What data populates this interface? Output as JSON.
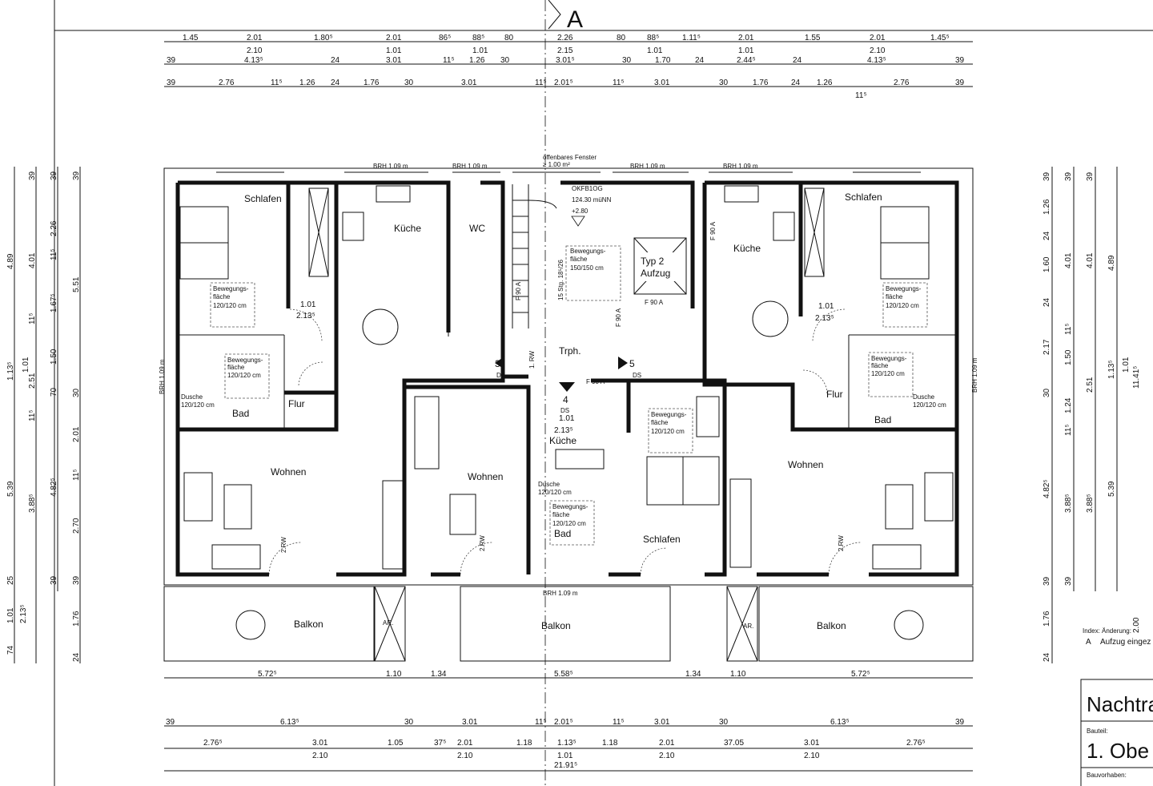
{
  "section_marker": "A",
  "dims_top": {
    "row1": [
      "1.45",
      "2.01",
      "1.80⁵",
      "2.01",
      "86⁵",
      "88⁵",
      "80",
      "2.26",
      "80",
      "88⁵",
      "1.11⁵",
      "2.01",
      "1.55",
      "2.01",
      "1.45⁵"
    ],
    "row2": [
      "2.10",
      "1.01",
      "1.01",
      "2.15",
      "1.01",
      "1.01",
      "2.10"
    ],
    "row3": [
      "39",
      "4.13⁵",
      "24",
      "3.01",
      "11⁵",
      "1.26",
      "30",
      "3.01⁵",
      "30",
      "1.70",
      "24",
      "2.44⁵",
      "24",
      "4.13⁵",
      "39"
    ],
    "row4": [
      "39",
      "2.76",
      "11⁵",
      "1.26",
      "24",
      "1.76",
      "30",
      "3.01",
      "11⁵",
      "2.01⁵",
      "11⁵",
      "3.01",
      "30",
      "1.76",
      "24",
      "1.26",
      "2.76",
      "39",
      "11⁵"
    ]
  },
  "dims_bottom": {
    "row1": [
      "5.72⁵",
      "1.10",
      "1.34",
      "5.58⁵",
      "1.34",
      "1.10",
      "5.72⁵"
    ],
    "row2": [
      "39",
      "6.13⁵",
      "30",
      "3.01",
      "11⁵",
      "2.01⁵",
      "11⁵",
      "3.01",
      "30",
      "6.13⁵",
      "39"
    ],
    "row3": [
      "2.76⁵",
      "3.01",
      "1.05",
      "37⁵",
      "2.01",
      "1.18",
      "1.13⁵",
      "1.18",
      "2.01",
      "37.05",
      "3.01",
      "2.76⁵"
    ],
    "row4": [
      "2.10",
      "2.10",
      "1.01",
      "2.10",
      "2.10"
    ],
    "total": "21.91⁵"
  },
  "dims_left": {
    "col1": [
      "4.89",
      "5.39",
      "1.13⁵",
      "74"
    ],
    "col2": [
      "39",
      "4.01",
      "11⁵",
      "1.01",
      "2.51",
      "11⁵",
      "3.88⁵",
      "25",
      "1.01",
      "2.13⁵"
    ],
    "col3": [
      "39",
      "2.26",
      "11⁵",
      "1.67⁵",
      "1.50",
      "70",
      "4.82⁵",
      "39"
    ],
    "col4": [
      "39",
      "5.51",
      "30",
      "2.01",
      "11⁵",
      "2.70",
      "39",
      "1.76",
      "24"
    ]
  },
  "dims_right": {
    "col1": [
      "39",
      "1.26",
      "24",
      "1.60",
      "24",
      "2.17",
      "30",
      "4.82⁵",
      "3.88⁵",
      "39",
      "1.76",
      "24"
    ],
    "col2": [
      "39",
      "4.01",
      "11⁵",
      "1.50",
      "1.24",
      "11⁵",
      "3.88⁵",
      "39"
    ],
    "col3": [
      "39",
      "4.01",
      "2.51",
      "1.13⁵",
      "1.01",
      "11.41⁵",
      "5.39"
    ],
    "col4": [
      "4.89",
      "2.00"
    ]
  },
  "annotations": {
    "brh": "BRH 1.09 m",
    "okfb_label": "OKFB1OG",
    "okfb_value": "124.30 müNN",
    "okfb_rel": "+2.80",
    "window_note_1": "öffenbares Fenster",
    "window_note_2": "≥ 1.00 m²",
    "stairs": "15 Stg. 18⁵/26",
    "stair_room": "Trph.",
    "rw": "1. RW",
    "rw2": "2.RW",
    "f90a": "F 90 A",
    "ds": "DS",
    "lift_1": "Typ 2",
    "lift_2": "Aufzug",
    "bf_1": "Bewegungs-",
    "bf_2": "fläche",
    "bf_3": "120/120 cm",
    "bf_stair": "150/150 cm",
    "door_101": "1.01",
    "door_213": "2.13⁵",
    "ar": "AR.",
    "unit_3": "3",
    "unit_4": "4",
    "unit_5": "5"
  },
  "rooms": {
    "schlafen": "Schlafen",
    "kueche": "Küche",
    "wc": "WC",
    "bad": "Bad",
    "flur": "Flur",
    "wohnen": "Wohnen",
    "balkon": "Balkon",
    "dusche": "Dusche",
    "dusche_size": "120/120 cm"
  },
  "title_block": {
    "index_header": "Index: Änderung:",
    "index_a": "A",
    "index_a_text": "Aufzug eingez",
    "title": "Nachtra",
    "bauteil_label": "Bauteil:",
    "bauteil": "1. Obe",
    "bauvorhaben_label": "Bauvorhaben:"
  }
}
